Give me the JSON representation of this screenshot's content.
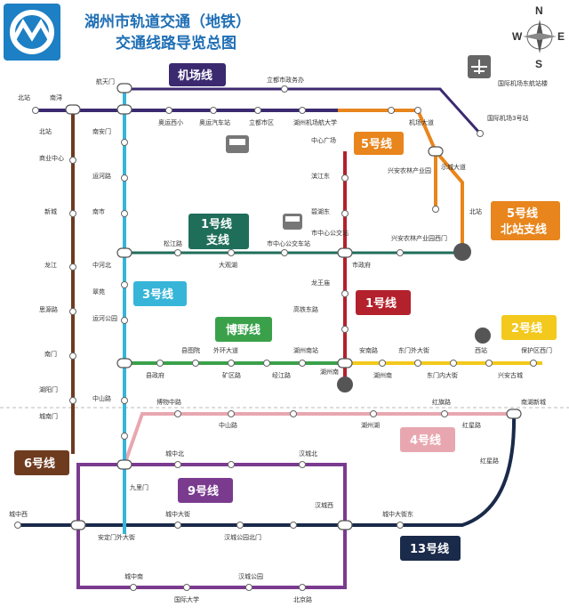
{
  "title": [
    "湖州市轨道交通（地铁）",
    "交通线路导览总图"
  ],
  "compass": {
    "n": "N",
    "e": "E",
    "s": "S",
    "w": "W"
  },
  "line_labels": {
    "airport": "机场线",
    "line5": "5号线",
    "line5_branch": [
      "5号线",
      "北站支线"
    ],
    "line1_branch": [
      "1号线",
      "支线"
    ],
    "line3": "3号线",
    "line1": "1号线",
    "boye": "博野线",
    "line2": "2号线",
    "line6": "6号线",
    "line4": "4号线",
    "line9": "9号线",
    "line13": "13号线"
  },
  "stations": {
    "airport": [
      "北站",
      "南浔",
      "航天门",
      "立都市政务办",
      "湖州机场航大学",
      "国际机场东航站楼",
      "国际机场3号站",
      "奥运西小",
      "奥运汽车站",
      "立都市区",
      "机场大道"
    ],
    "line5": [
      "兴安农林产业园",
      "示城大道",
      "北站",
      "兴安农林产业园西门"
    ],
    "line1_branch": [
      "松江路",
      "市中心公交车站",
      "大观湖",
      "市政府"
    ],
    "line3": [
      "南安门",
      "运河路",
      "南市",
      "中河北",
      "翠苑",
      "运河公园",
      "中山路"
    ],
    "line1": [
      "中心广场",
      "滨江东",
      "碧湖东",
      "龙王庙",
      "高铁东路",
      "湖州南",
      "市中心公交站"
    ],
    "line6": [
      "北站",
      "商业中心",
      "新城",
      "龙江",
      "思源路",
      "南门",
      "湖阳门",
      "城南门"
    ],
    "boye": [
      "县政府",
      "县图院",
      "外环大道",
      "矿区路",
      "经江路",
      "湖州南站"
    ],
    "line2": [
      "安南路",
      "东门外大街",
      "湖州南",
      "东门内大街",
      "西站",
      "兴安古城",
      "保护区西门"
    ],
    "line4": [
      "博物中路",
      "中山路",
      "湖州湖",
      "红旗路",
      "红星路",
      "南湖新城"
    ],
    "line9": [
      "城中北",
      "汉城北",
      "城中大街",
      "汉城西",
      "城中南",
      "国际大学",
      "汉城公园",
      "北京路",
      "九里门"
    ],
    "line13": [
      "城中西",
      "安定门外大街",
      "汉城公园北门",
      "城中大街东",
      "红星路"
    ]
  }
}
